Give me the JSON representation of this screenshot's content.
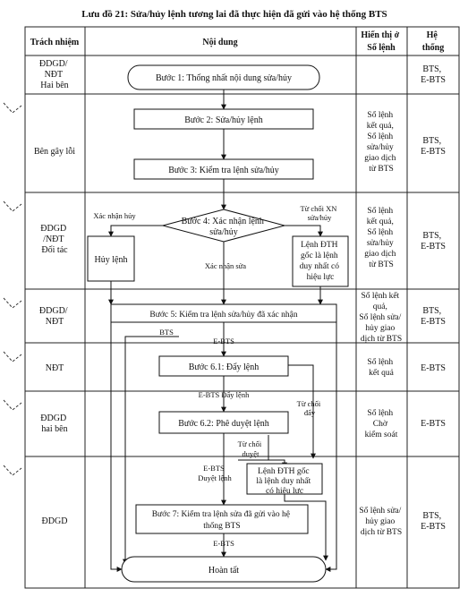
{
  "title": "Lưu đồ 21: Sửa/hủy lệnh tương lai đã thực hiện đã gửi vào hệ thống BTS",
  "headers": {
    "responsibility": "Trách nhiệm",
    "content": "Nội dung",
    "display": [
      "Hiển thị ở",
      "Sổ lệnh"
    ],
    "system": [
      "Hệ",
      "thống"
    ]
  },
  "rows": [
    {
      "responsibility": [
        "ĐDGD/",
        "NĐT",
        "Hai bên"
      ],
      "display": [],
      "system": [
        "BTS,",
        "E-BTS"
      ]
    },
    {
      "responsibility": [
        "Bên gây lỗi"
      ],
      "display": [
        "Sổ lệnh",
        "kết quả,",
        "Sổ lệnh",
        "sửa/hủy",
        "giao dịch",
        "từ BTS"
      ],
      "system": [
        "BTS,",
        "E-BTS"
      ]
    },
    {
      "responsibility": [
        "ĐDGD",
        "/NĐT",
        "Đối tác"
      ],
      "display": [
        "Sổ lệnh",
        "kết quả,",
        "Sổ lệnh",
        "sửa/hủy",
        "giao dịch",
        "từ BTS"
      ],
      "system": [
        "BTS,",
        "E-BTS"
      ]
    },
    {
      "responsibility": [
        "ĐDGD/",
        "NĐT"
      ],
      "display": [
        "Sổ lệnh kết",
        "quả,",
        "Sổ lệnh sửa/",
        "hủy giao",
        "dịch từ BTS"
      ],
      "system": [
        "BTS,",
        "E-BTS"
      ]
    },
    {
      "responsibility": [
        "NĐT"
      ],
      "display": [
        "Sổ lệnh",
        "kết quả"
      ],
      "system": [
        "E-BTS"
      ]
    },
    {
      "responsibility": [
        "ĐDGD",
        "hai bên"
      ],
      "display": [
        "Sổ lệnh",
        "Chờ",
        "kiểm soát"
      ],
      "system": [
        "E-BTS"
      ]
    },
    {
      "responsibility": [
        "ĐDGD"
      ],
      "display": [
        "Sổ lệnh sửa/",
        "hủy giao",
        "dịch từ BTS"
      ],
      "system": [
        "BTS,",
        "E-BTS"
      ]
    }
  ],
  "steps": {
    "step1": "Bước 1: Thống nhất nội dung sửa/hủy",
    "step2": "Bước 2: Sửa/hủy lệnh",
    "step3": "Bước 3: Kiểm tra lệnh sửa/hủy",
    "step4": [
      "Bước 4: Xác nhận lệnh",
      "sửa/hủy"
    ],
    "cancel_order": "Hủy lệnh",
    "keep_order_1": [
      "Lệnh ĐTH",
      "gốc là lệnh",
      "duy nhất có",
      "hiệu lực"
    ],
    "step5": "Bước 5: Kiểm tra lệnh sửa/hủy đã xác nhận",
    "step61": "Bước 6.1: Đẩy lệnh",
    "step62": "Bước 6.2: Phê duyệt lệnh",
    "keep_order_2": [
      "Lệnh ĐTH gốc",
      "là lệnh duy nhất",
      "có hiệu lực"
    ],
    "step7": [
      "Bước 7: Kiểm tra lệnh sửa đã gửi vào hệ",
      "thống BTS"
    ],
    "done": "Hoàn tất"
  },
  "labels": {
    "confirm_cancel": "Xác nhận hủy",
    "reject_confirm": [
      "Từ chối XN",
      "sửa/hủy"
    ],
    "confirm_edit": "Xác nhận sửa",
    "bts": "BTS",
    "ebts_1": "E-BTS",
    "ebts_push": "E-BTS Đẩy lệnh",
    "reject_push": [
      "Từ chối",
      "đẩy"
    ],
    "reject_approve": [
      "Từ chối",
      "duyệt"
    ],
    "ebts_approve": [
      "E-BTS",
      "Duyệt lệnh"
    ],
    "ebts_2": "E-BTS"
  }
}
